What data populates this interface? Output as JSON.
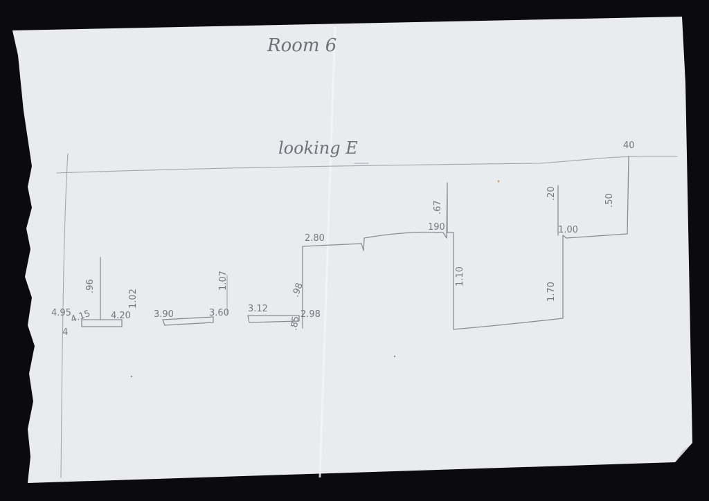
{
  "sheet": {
    "title": "Room 6",
    "subtitle": "looking E"
  },
  "colors": {
    "paper": "#e9ebef",
    "pencil": "#8a8c93",
    "background": "#0b0b0d"
  },
  "measurements": {
    "top_right": "40",
    "r_50": ".50",
    "r_1_00": "1.00",
    "r_20": ".20",
    "r_1_70": "1.70",
    "r_1_10": "1.10",
    "r_67": ".67",
    "r_190": "190",
    "m_2_80": "2.80",
    "m_98": ".98",
    "m_2_98": "2.98",
    "m_3_12": "3.12",
    "m_85": ".85",
    "m_1_07": "1.07",
    "m_3_60": "3.60",
    "m_3_90": "3.90",
    "l_1_02": "1.02",
    "l_4_20": "4.20",
    "l_96": ".96",
    "l_4_15": "4.15",
    "l_4_95": "4.95",
    "l_4": "4"
  }
}
